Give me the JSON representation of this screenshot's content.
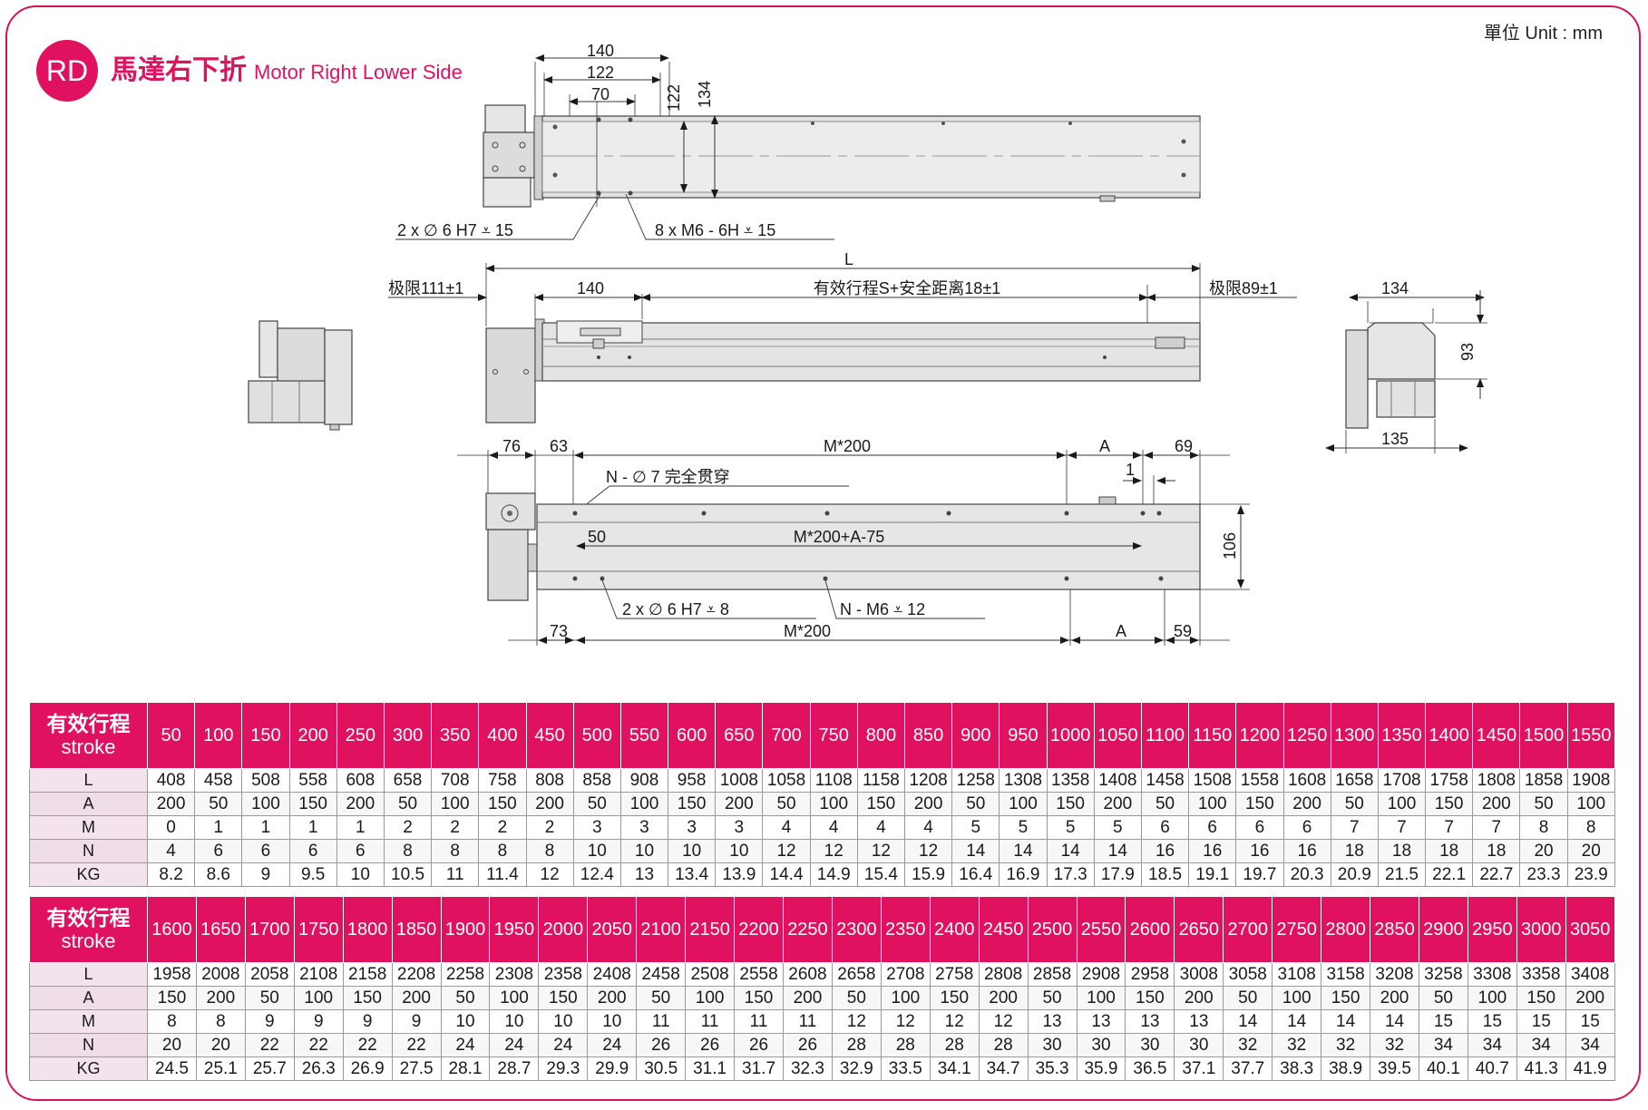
{
  "header": {
    "badge": "RD",
    "title_cn": "馬達右下折",
    "title_en": "Motor Right Lower Side",
    "unit": "單位 Unit : mm"
  },
  "drawing": {
    "top_view": {
      "dim_140": "140",
      "dim_122": "122",
      "dim_70": "70",
      "dim_122v": "122",
      "dim_134v": "134",
      "note_pin": "2 x ∅ 6 H7 ⩡ 15",
      "note_thread": "8 x  M6 - 6H ⩡ 15"
    },
    "side_view": {
      "dim_L": "L",
      "limit_left": "极限111±1",
      "dim_140": "140",
      "stroke_note": "有效行程S+安全距离18±1",
      "limit_right": "极限89±1"
    },
    "end_view": {
      "dim_134": "134",
      "dim_93": "93",
      "dim_135": "135"
    },
    "bottom_view": {
      "dim_76": "76",
      "dim_63": "63",
      "dim_M200_top": "M*200",
      "dim_A_top": "A",
      "dim_69": "69",
      "dim_1": "1",
      "note_hole": "N - ∅ 7 完全贯穿",
      "dim_50": "50",
      "dim_M200A75": "M*200+A-75",
      "dim_106": "106",
      "note_pin": "2 x ∅ 6 H7 ⩡ 8",
      "note_thread": "N -  M6 ⩡ 12",
      "dim_73": "73",
      "dim_M200_bot": "M*200",
      "dim_A_bot": "A",
      "dim_59": "59"
    }
  },
  "tables": [
    {
      "header_cn": "有效行程",
      "header_en": "stroke",
      "strokes": [
        "50",
        "100",
        "150",
        "200",
        "250",
        "300",
        "350",
        "400",
        "450",
        "500",
        "550",
        "600",
        "650",
        "700",
        "750",
        "800",
        "850",
        "900",
        "950",
        "1000",
        "1050",
        "1100",
        "1150",
        "1200",
        "1250",
        "1300",
        "1350",
        "1400",
        "1450",
        "1500",
        "1550"
      ],
      "rows": [
        {
          "label": "L",
          "values": [
            "408",
            "458",
            "508",
            "558",
            "608",
            "658",
            "708",
            "758",
            "808",
            "858",
            "908",
            "958",
            "1008",
            "1058",
            "1108",
            "1158",
            "1208",
            "1258",
            "1308",
            "1358",
            "1408",
            "1458",
            "1508",
            "1558",
            "1608",
            "1658",
            "1708",
            "1758",
            "1808",
            "1858",
            "1908"
          ]
        },
        {
          "label": "A",
          "values": [
            "200",
            "50",
            "100",
            "150",
            "200",
            "50",
            "100",
            "150",
            "200",
            "50",
            "100",
            "150",
            "200",
            "50",
            "100",
            "150",
            "200",
            "50",
            "100",
            "150",
            "200",
            "50",
            "100",
            "150",
            "200",
            "50",
            "100",
            "150",
            "200",
            "50",
            "100"
          ]
        },
        {
          "label": "M",
          "values": [
            "0",
            "1",
            "1",
            "1",
            "1",
            "2",
            "2",
            "2",
            "2",
            "3",
            "3",
            "3",
            "3",
            "4",
            "4",
            "4",
            "4",
            "5",
            "5",
            "5",
            "5",
            "6",
            "6",
            "6",
            "6",
            "7",
            "7",
            "7",
            "7",
            "8",
            "8"
          ]
        },
        {
          "label": "N",
          "values": [
            "4",
            "6",
            "6",
            "6",
            "6",
            "8",
            "8",
            "8",
            "8",
            "10",
            "10",
            "10",
            "10",
            "12",
            "12",
            "12",
            "12",
            "14",
            "14",
            "14",
            "14",
            "16",
            "16",
            "16",
            "16",
            "18",
            "18",
            "18",
            "18",
            "20",
            "20"
          ]
        },
        {
          "label": "KG",
          "values": [
            "8.2",
            "8.6",
            "9",
            "9.5",
            "10",
            "10.5",
            "11",
            "11.4",
            "12",
            "12.4",
            "13",
            "13.4",
            "13.9",
            "14.4",
            "14.9",
            "15.4",
            "15.9",
            "16.4",
            "16.9",
            "17.3",
            "17.9",
            "18.5",
            "19.1",
            "19.7",
            "20.3",
            "20.9",
            "21.5",
            "22.1",
            "22.7",
            "23.3",
            "23.9"
          ]
        }
      ]
    },
    {
      "header_cn": "有效行程",
      "header_en": "stroke",
      "strokes": [
        "1600",
        "1650",
        "1700",
        "1750",
        "1800",
        "1850",
        "1900",
        "1950",
        "2000",
        "2050",
        "2100",
        "2150",
        "2200",
        "2250",
        "2300",
        "2350",
        "2400",
        "2450",
        "2500",
        "2550",
        "2600",
        "2650",
        "2700",
        "2750",
        "2800",
        "2850",
        "2900",
        "2950",
        "3000",
        "3050"
      ],
      "rows": [
        {
          "label": "L",
          "values": [
            "1958",
            "2008",
            "2058",
            "2108",
            "2158",
            "2208",
            "2258",
            "2308",
            "2358",
            "2408",
            "2458",
            "2508",
            "2558",
            "2608",
            "2658",
            "2708",
            "2758",
            "2808",
            "2858",
            "2908",
            "2958",
            "3008",
            "3058",
            "3108",
            "3158",
            "3208",
            "3258",
            "3308",
            "3358",
            "3408"
          ]
        },
        {
          "label": "A",
          "values": [
            "150",
            "200",
            "50",
            "100",
            "150",
            "200",
            "50",
            "100",
            "150",
            "200",
            "50",
            "100",
            "150",
            "200",
            "50",
            "100",
            "150",
            "200",
            "50",
            "100",
            "150",
            "200",
            "50",
            "100",
            "150",
            "200",
            "50",
            "100",
            "150",
            "200"
          ]
        },
        {
          "label": "M",
          "values": [
            "8",
            "8",
            "9",
            "9",
            "9",
            "9",
            "10",
            "10",
            "10",
            "10",
            "11",
            "11",
            "11",
            "11",
            "12",
            "12",
            "12",
            "12",
            "13",
            "13",
            "13",
            "13",
            "14",
            "14",
            "14",
            "14",
            "15",
            "15",
            "15",
            "15"
          ]
        },
        {
          "label": "N",
          "values": [
            "20",
            "20",
            "22",
            "22",
            "22",
            "22",
            "24",
            "24",
            "24",
            "24",
            "26",
            "26",
            "26",
            "26",
            "28",
            "28",
            "28",
            "28",
            "30",
            "30",
            "30",
            "30",
            "32",
            "32",
            "32",
            "32",
            "34",
            "34",
            "34",
            "34"
          ]
        },
        {
          "label": "KG",
          "values": [
            "24.5",
            "25.1",
            "25.7",
            "26.3",
            "26.9",
            "27.5",
            "28.1",
            "28.7",
            "29.3",
            "29.9",
            "30.5",
            "31.1",
            "31.7",
            "32.3",
            "32.9",
            "33.5",
            "34.1",
            "34.7",
            "35.3",
            "35.9",
            "36.5",
            "37.1",
            "37.7",
            "38.3",
            "38.9",
            "39.5",
            "40.1",
            "40.7",
            "41.3",
            "41.9"
          ]
        }
      ]
    }
  ]
}
